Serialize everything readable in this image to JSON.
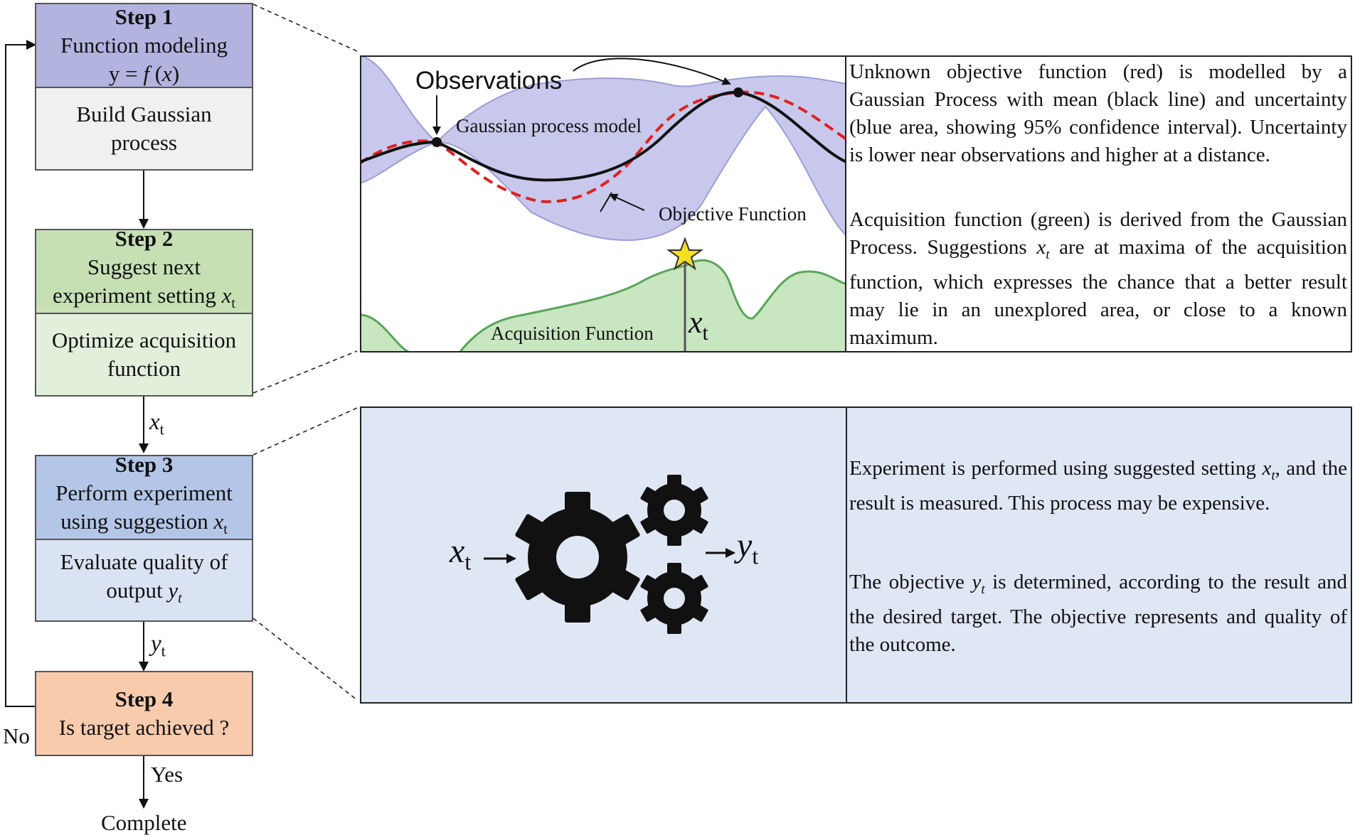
{
  "flow": {
    "step1": {
      "title": "Step 1",
      "line1": "Function modeling",
      "eq_y": "y",
      "eq_eq": " = ",
      "eq_f": "f",
      "eq_x": "x",
      "body1": "Build Gaussian",
      "body2": "process"
    },
    "step2": {
      "title": "Step 2",
      "line1": "Suggest next",
      "line2": "experiment setting ",
      "var": "x",
      "sub": "t",
      "body1": "Optimize acquisition",
      "body2": "function"
    },
    "step3": {
      "title": "Step 3",
      "line1": "Perform experiment",
      "line2": "using suggestion ",
      "var": "x",
      "sub": "t",
      "body1": "Evaluate quality of",
      "body2": "output ",
      "body_var": "y",
      "body_sub": "t"
    },
    "step4": {
      "title": "Step 4",
      "line1": "Is target achieved ?"
    },
    "arrow_xt": {
      "var": "x",
      "sub": "t"
    },
    "arrow_yt": {
      "var": "y",
      "sub": "t"
    },
    "no": "No",
    "yes": "Yes",
    "complete": "Complete"
  },
  "top_panel": {
    "observations": "Observations",
    "gp_model": "Gaussian process model",
    "objective_function": "Objective Function",
    "acquisition_function": "Acquisition Function",
    "xt_var": "x",
    "xt_sub": "t",
    "description1": "Unknown objective function (red) is modelled by a Gaussian Process with mean (black line) and uncertainty (blue area, showing 95% confidence interval). Uncertainty is lower near observations and higher at a distance.",
    "description2a": "Acquisition function (green) is derived from the Gaussian Process. Suggestions ",
    "description2_var": "x",
    "description2_sub": "t",
    "description2b": " are at maxima of the acquisition function, which expresses the chance that a better result may lie in an unexplored area, or close to a known maximum."
  },
  "bottom_panel": {
    "in_var": "x",
    "in_sub": "t",
    "out_var": "y",
    "out_sub": "t",
    "description1a": "Experiment is performed using suggested setting ",
    "description1_var": "x",
    "description1_sub": "t",
    "description1b": ", and the result is measured. This process may be expensive.",
    "description2a": "The objective ",
    "description2_var": "y",
    "description2_sub": "t",
    "description2b": " is determined, according to the result and the desired target. The objective represents and quality of the outcome.",
    "gear_icons": [
      "gear-icon-large",
      "gear-icon-small-top",
      "gear-icon-small-bottom"
    ]
  },
  "colors": {
    "step1_header": "#b3b3e0",
    "step1_body": "#f0f0f0",
    "step2_header": "#c6e0b4",
    "step2_body": "#e2efda",
    "step3_header": "#b4c6e7",
    "step3_body": "#dae3f3",
    "step4": "#f8cbad",
    "gp_band": "#c8c8ec",
    "objective": "#e02020",
    "acquisition": "#c8e6c0",
    "bottom_panel": "#dfe6f4"
  }
}
